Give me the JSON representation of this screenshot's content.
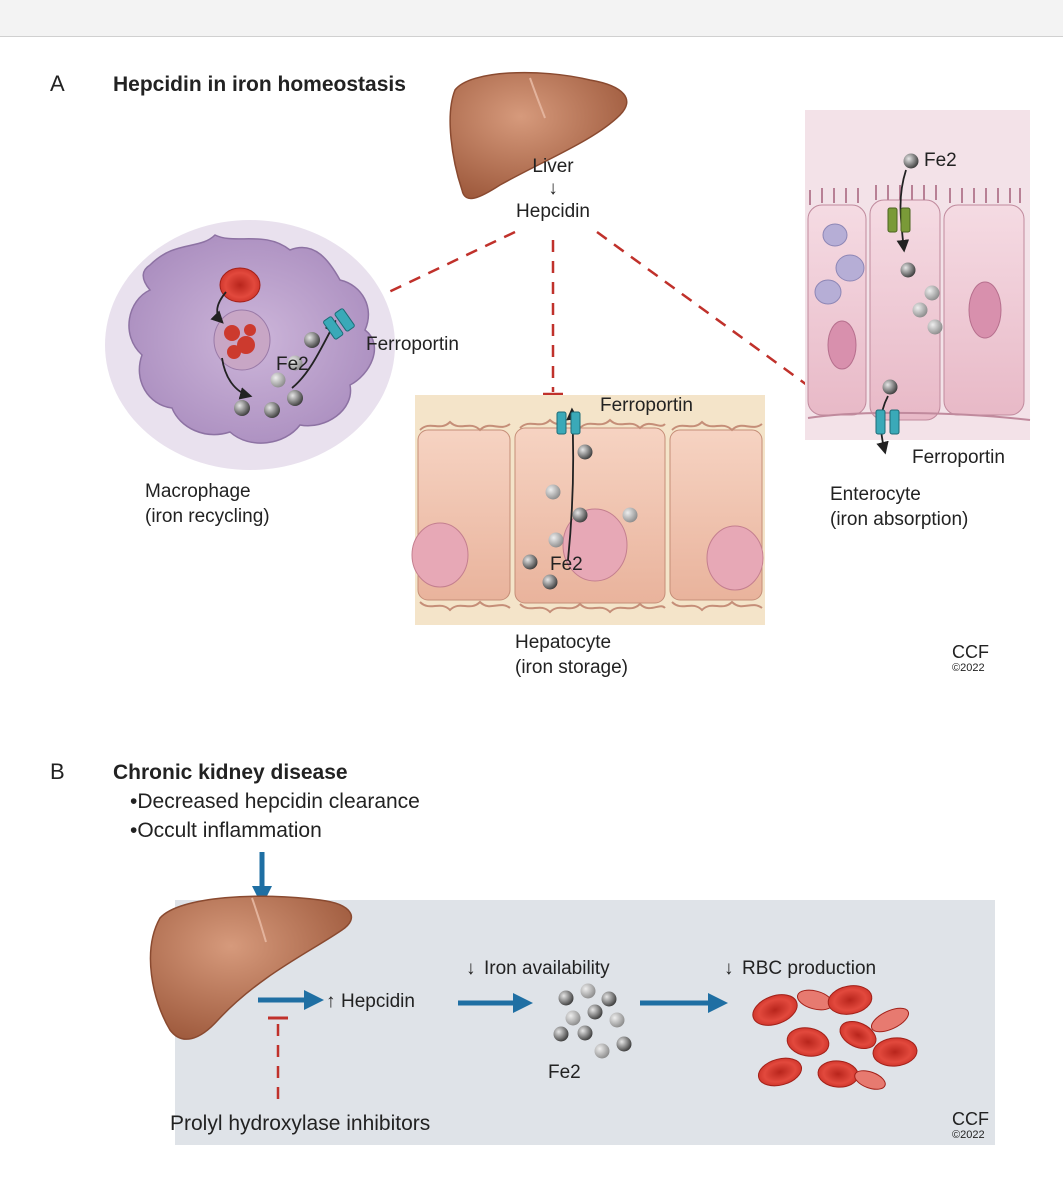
{
  "panel_a": {
    "letter": "A",
    "title": "Hepcidin in iron homeostasis",
    "liver_label": "Liver",
    "arrow_glyph": "↓",
    "hepcidin_label": "Hepcidin",
    "macrophage": {
      "ferroportin_label": "Ferroportin",
      "fe_label": "Fe2",
      "title": "Macrophage",
      "subtitle": "(iron recycling)"
    },
    "hepatocyte": {
      "ferroportin_label": "Ferroportin",
      "fe_label": "Fe2",
      "title": "Hepatocyte",
      "subtitle": "(iron storage)"
    },
    "enterocyte": {
      "fe_label": "Fe2",
      "ferroportin_label": "Ferroportin",
      "title": "Enterocyte",
      "subtitle": "(iron absorption)"
    },
    "credit": "CCF",
    "copyright": "©2022"
  },
  "panel_b": {
    "letter": "B",
    "title": "Chronic kidney disease",
    "bullets": [
      "•Decreased hepcidin clearance",
      "•Occult inflammation"
    ],
    "up_glyph": "↑",
    "down_glyph": "↓",
    "hepcidin_label": "Hepcidin",
    "iron_label": "Iron availability",
    "rbc_label": "RBC production",
    "fe_label": "Fe2",
    "inhibitor_label": "Prolyl hydroxylase inhibitors",
    "credit": "CCF",
    "copyright": "©2022"
  },
  "colors": {
    "liver": "#b8704f",
    "hepcidin_inhibition": "#c0312b",
    "pathway_arrow": "#1f6fa3",
    "ferroportin": "#3aa9b8",
    "macrophage": "#b9a0c8",
    "hepatocyte": "#f1c2ad",
    "enterocyte": "#efcbd6",
    "rbc": "#d4352b",
    "panel_b_bg": "#dfe3e8"
  }
}
